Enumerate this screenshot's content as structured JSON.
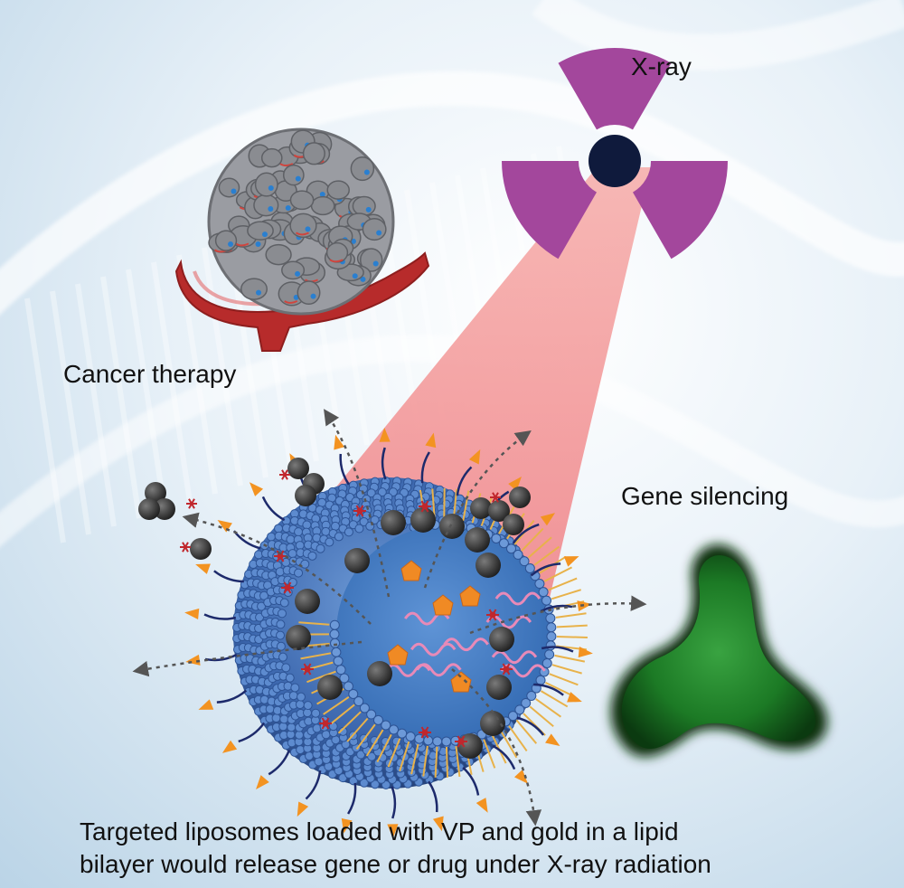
{
  "labels": {
    "xray": "X-ray",
    "cancer_therapy": "Cancer therapy",
    "gene_silencing": "Gene silencing"
  },
  "caption": {
    "line1": "Targeted liposomes loaded with VP and gold in a lipid",
    "line2": "bilayer would release gene or drug under X-ray radiation"
  },
  "colors": {
    "background": "#dbe9f4",
    "radiation_symbol": "#a3479c",
    "radiation_center": "#0f1a3c",
    "beam": "#f39b9b",
    "liposome_outer": "#3f6fb6",
    "liposome_core": "#4a82c8",
    "gold_particle": "#3a3a3a",
    "vp_marker": "#c0272d",
    "drug_crystal": "#f08a24",
    "tumor_cells": "#8a8c91",
    "blood_vessel": "#b72b2b",
    "green_cell": "#1f8a2a"
  },
  "icons": [
    "radiation-icon",
    "tumor-icon",
    "liposome-icon",
    "cell-icon"
  ]
}
